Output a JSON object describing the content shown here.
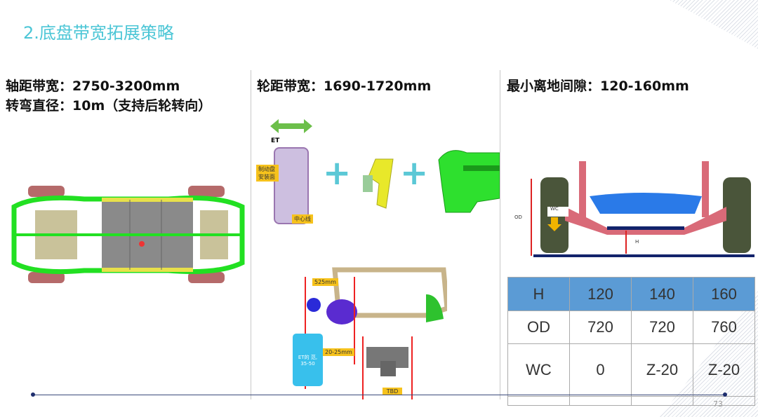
{
  "title": "2.底盘带宽拓展策略",
  "col1": {
    "line1": "轴距带宽：2750-3200mm",
    "line2": "转弯直径：10m（支持后轮转向）"
  },
  "col2": {
    "heading": "轮距带宽：1690-1720mm",
    "labels": {
      "et": "ET",
      "brake": "制动盘安装面",
      "center": "中心线",
      "d525": "525mm",
      "d2025": "20-25mm",
      "et_range": "ET的 范, 35-50",
      "tbd": "TBD"
    }
  },
  "col3": {
    "heading": "最小离地间隙：120-160mm",
    "labels": {
      "od": "OD",
      "wc": "WC",
      "h": "H"
    },
    "table": {
      "header": [
        "H",
        "120",
        "140",
        "160"
      ],
      "rows": [
        [
          "OD",
          "720",
          "720",
          "760"
        ],
        [
          "WC",
          "0",
          "Z-20",
          "Z-20"
        ],
        [
          "",
          "",
          "",
          ""
        ]
      ]
    }
  },
  "page_number": "73",
  "colors": {
    "title": "#4cc6d6",
    "table_header": "#5b9bd5",
    "frame": "#22e022"
  }
}
